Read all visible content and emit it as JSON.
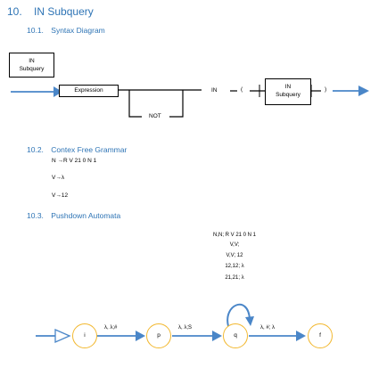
{
  "section": {
    "number": "10.",
    "title": "IN Subquery"
  },
  "syntax": {
    "number": "10.1.",
    "title": "Syntax Diagram",
    "legend_line1": "IN",
    "legend_line2": "Subquery",
    "expression": "Expression",
    "not": "NOT",
    "in_kw": "IN",
    "open_paren": "(",
    "close_paren": ")",
    "sub_line1": "IN",
    "sub_line2": "Subquery"
  },
  "cfg": {
    "number": "10.2.",
    "title": "Contex Free Grammar",
    "rules": [
      "N →R V 21 0 N 1",
      "V→λ",
      "V→12"
    ]
  },
  "pda": {
    "number": "10.3.",
    "title": "Pushdown Automata",
    "loop_labels": [
      "N,N; R V 21 0 N 1",
      "V,V;",
      "V,V; 12",
      "12,12; λ",
      "21,21; λ"
    ],
    "states": [
      "i",
      "p",
      "q",
      "f"
    ],
    "edges": [
      "λ, λ;#",
      "λ, λ;S",
      "λ, #; λ"
    ]
  }
}
